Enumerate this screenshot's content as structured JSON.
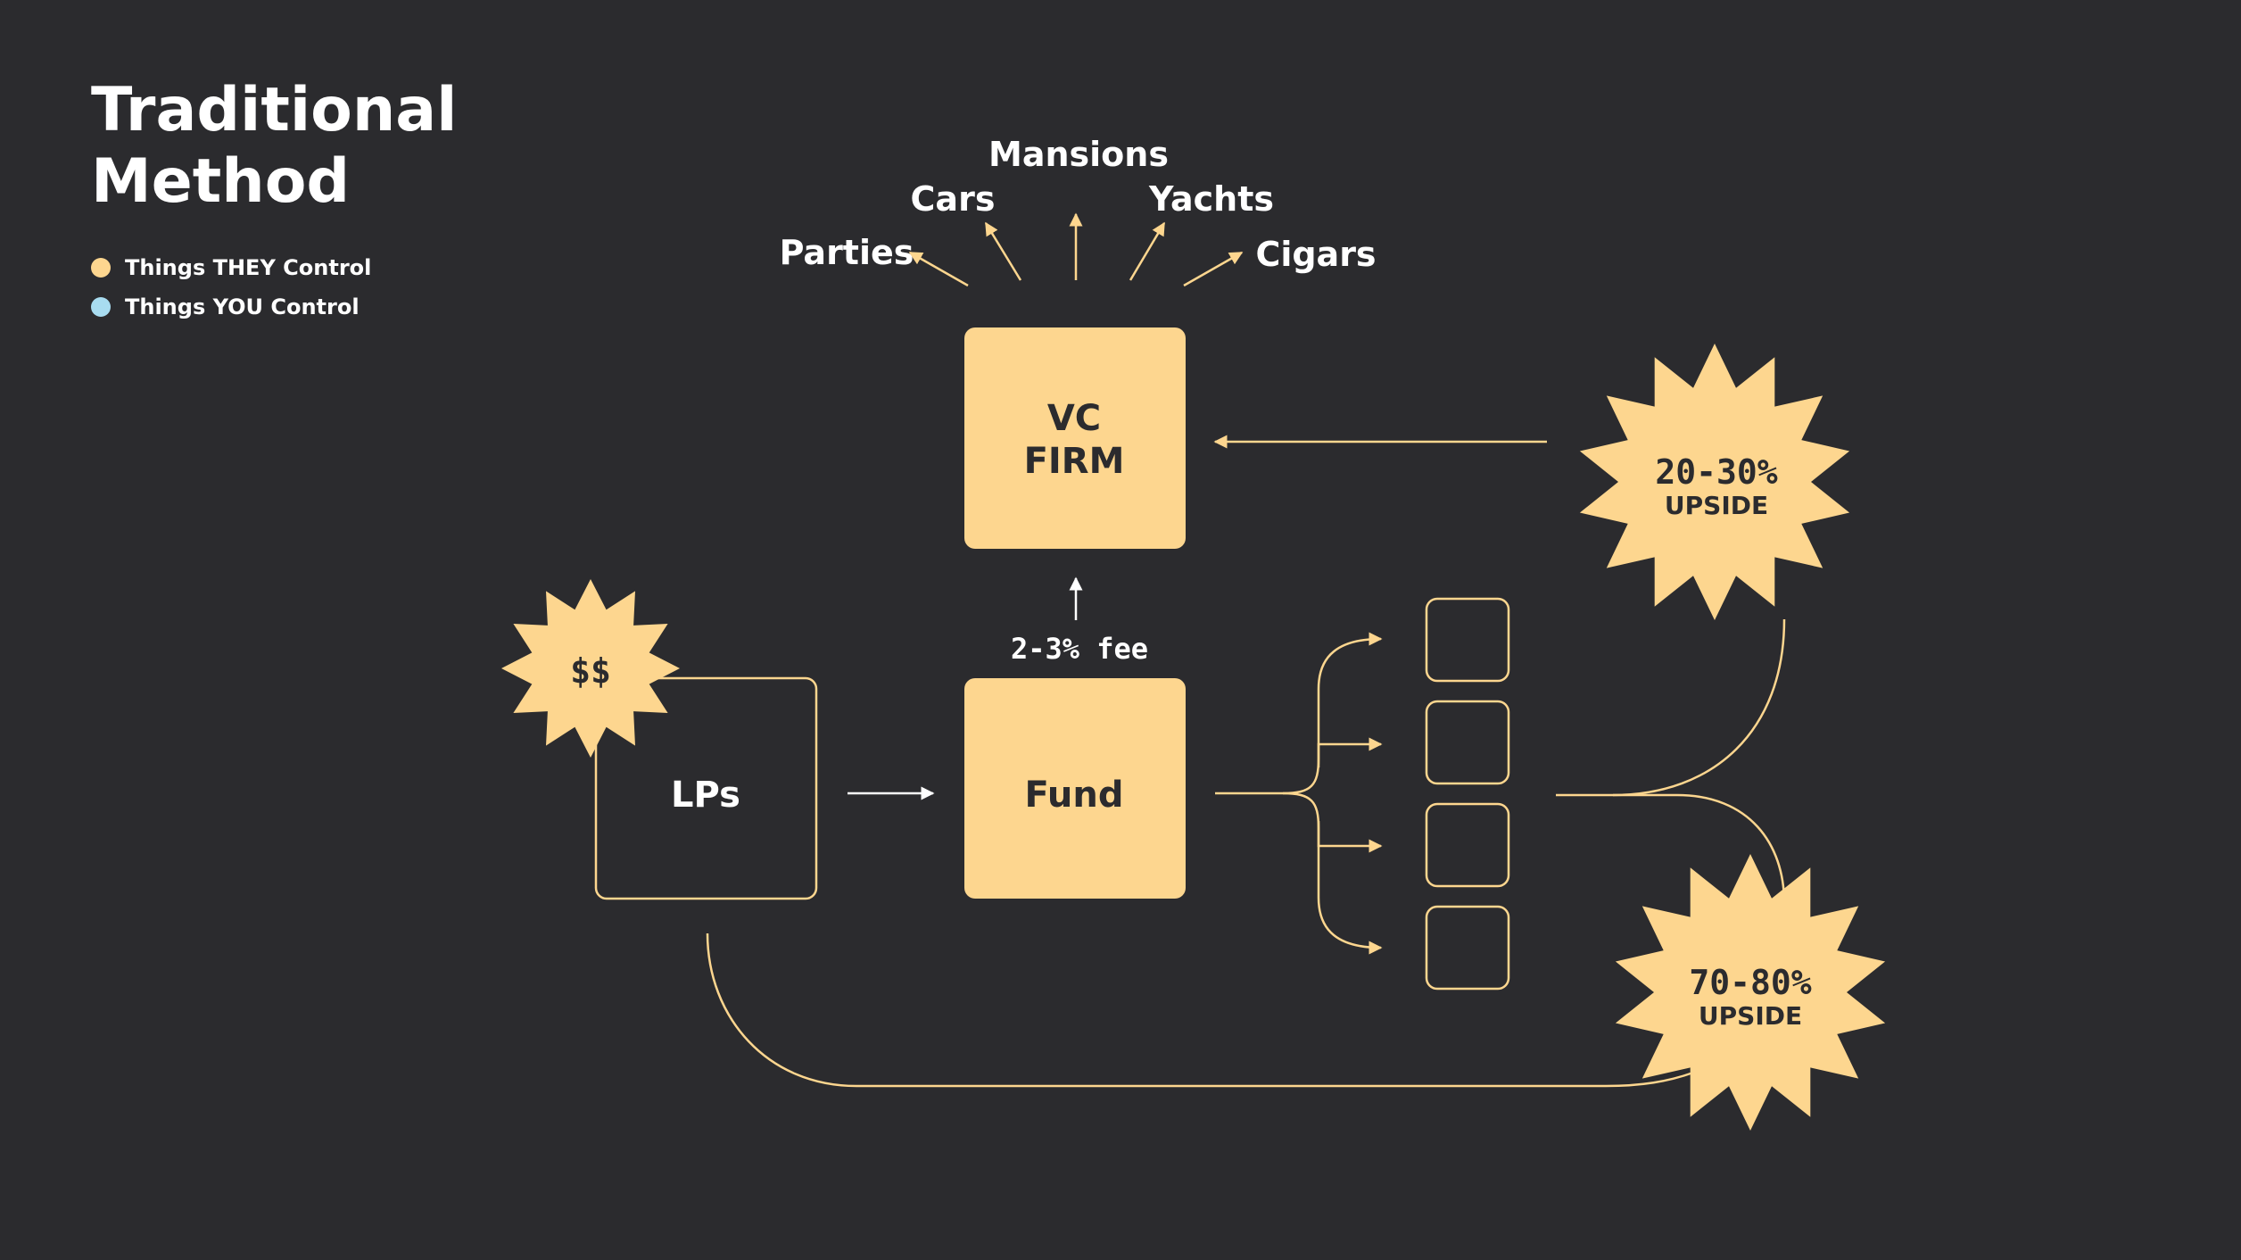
{
  "title": {
    "line1": "Traditional",
    "line2": "Method"
  },
  "legend": [
    {
      "label": "Things THEY Control",
      "color": "#fdd68f"
    },
    {
      "label": "Things YOU Control",
      "color": "#a8dcf0"
    }
  ],
  "colors": {
    "background": "#2b2b2e",
    "accent": "#fdd68f",
    "text": "#ffffff",
    "dark_text": "#2b2b2e"
  },
  "spending": {
    "mansions": "Mansions",
    "cars": "Cars",
    "yachts": "Yachts",
    "parties": "Parties",
    "cigars": "Cigars"
  },
  "boxes": {
    "vc_firm_line1": "VC",
    "vc_firm_line2": "FIRM",
    "fund": "Fund",
    "lps": "LPs"
  },
  "fee_label": "2-3% fee",
  "badges": {
    "money": "$$",
    "vc_upside_pct": "20-30%",
    "vc_upside_word": "UPSIDE",
    "lp_upside_pct": "70-80%",
    "lp_upside_word": "UPSIDE"
  },
  "portfolio_count_icons": [
    "portfolio-company-1",
    "portfolio-company-2",
    "portfolio-company-3",
    "portfolio-company-4"
  ]
}
